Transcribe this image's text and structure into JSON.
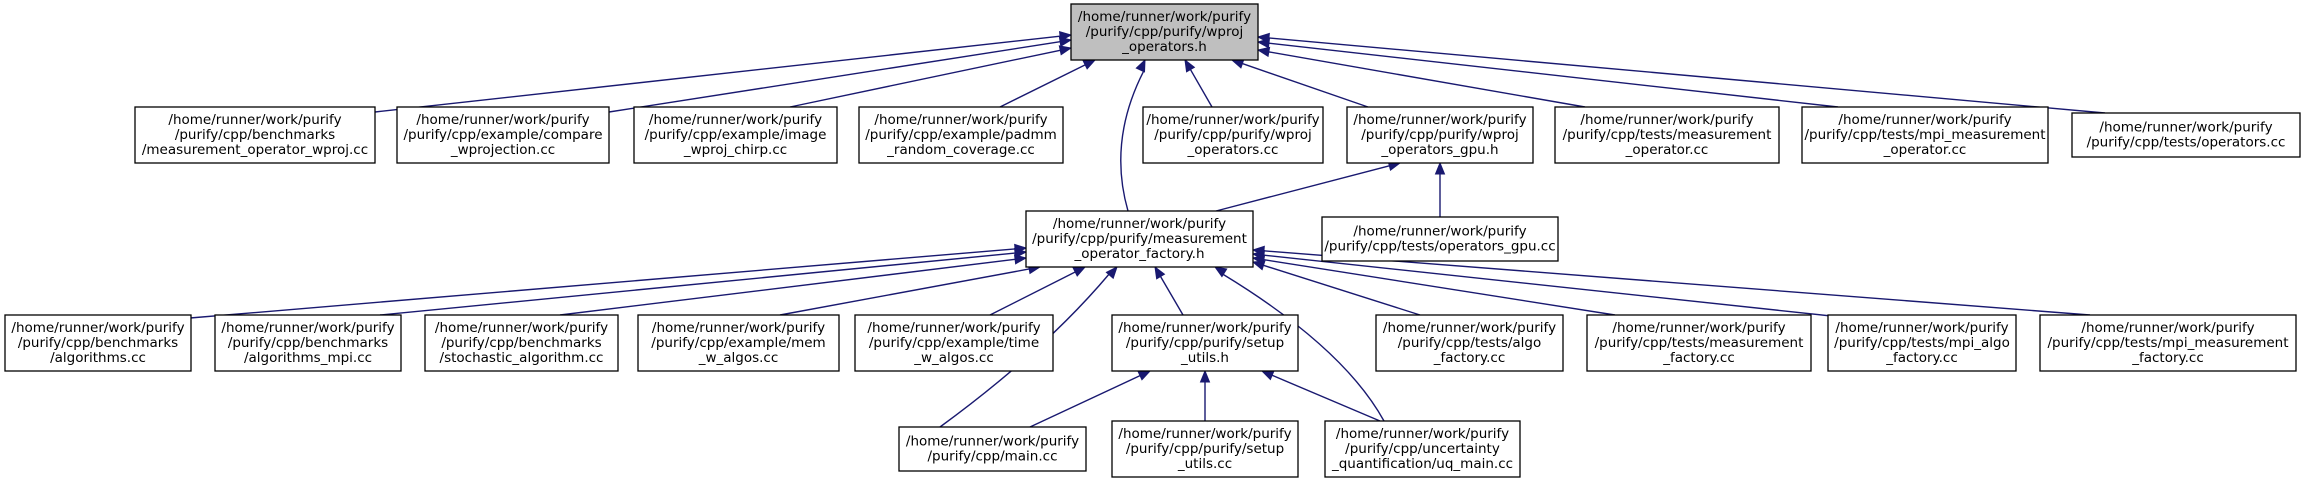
{
  "colors": {
    "edge": "#191970",
    "focus_fill": "#bfbfbf",
    "box_fill": "#ffffff",
    "box_stroke": "#000000"
  },
  "nodes": [
    {
      "id": "wproj_operators_h",
      "lines": [
        "/home/runner/work/purify",
        "/purify/cpp/purify/wproj",
        "_operators.h"
      ],
      "focus": true
    },
    {
      "id": "measurement_operator_wproj_cc",
      "lines": [
        "/home/runner/work/purify",
        "/purify/cpp/benchmarks",
        "/measurement_operator_wproj.cc"
      ]
    },
    {
      "id": "compare_wprojection_cc",
      "lines": [
        "/home/runner/work/purify",
        "/purify/cpp/example/compare",
        "_wprojection.cc"
      ]
    },
    {
      "id": "image_wproj_chirp_cc",
      "lines": [
        "/home/runner/work/purify",
        "/purify/cpp/example/image",
        "_wproj_chirp.cc"
      ]
    },
    {
      "id": "padmm_random_coverage_cc",
      "lines": [
        "/home/runner/work/purify",
        "/purify/cpp/example/padmm",
        "_random_coverage.cc"
      ]
    },
    {
      "id": "wproj_operators_cc",
      "lines": [
        "/home/runner/work/purify",
        "/purify/cpp/purify/wproj",
        "_operators.cc"
      ]
    },
    {
      "id": "wproj_operators_gpu_h",
      "lines": [
        "/home/runner/work/purify",
        "/purify/cpp/purify/wproj",
        "_operators_gpu.h"
      ]
    },
    {
      "id": "tests_measurement_operator_cc",
      "lines": [
        "/home/runner/work/purify",
        "/purify/cpp/tests/measurement",
        "_operator.cc"
      ]
    },
    {
      "id": "tests_mpi_measurement_operator_cc",
      "lines": [
        "/home/runner/work/purify",
        "/purify/cpp/tests/mpi_measurement",
        "_operator.cc"
      ]
    },
    {
      "id": "tests_operators_cc",
      "lines": [
        "/home/runner/work/purify",
        "/purify/cpp/tests/operators.cc"
      ]
    },
    {
      "id": "measurement_operator_factory_h",
      "lines": [
        "/home/runner/work/purify",
        "/purify/cpp/purify/measurement",
        "_operator_factory.h"
      ]
    },
    {
      "id": "tests_operators_gpu_cc",
      "lines": [
        "/home/runner/work/purify",
        "/purify/cpp/tests/operators_gpu.cc"
      ]
    },
    {
      "id": "benchmarks_algorithms_cc",
      "lines": [
        "/home/runner/work/purify",
        "/purify/cpp/benchmarks",
        "/algorithms.cc"
      ]
    },
    {
      "id": "benchmarks_algorithms_mpi_cc",
      "lines": [
        "/home/runner/work/purify",
        "/purify/cpp/benchmarks",
        "/algorithms_mpi.cc"
      ]
    },
    {
      "id": "benchmarks_stochastic_algorithm_cc",
      "lines": [
        "/home/runner/work/purify",
        "/purify/cpp/benchmarks",
        "/stochastic_algorithm.cc"
      ]
    },
    {
      "id": "example_mem_w_algos_cc",
      "lines": [
        "/home/runner/work/purify",
        "/purify/cpp/example/mem",
        "_w_algos.cc"
      ]
    },
    {
      "id": "example_time_w_algos_cc",
      "lines": [
        "/home/runner/work/purify",
        "/purify/cpp/example/time",
        "_w_algos.cc"
      ]
    },
    {
      "id": "setup_utils_h",
      "lines": [
        "/home/runner/work/purify",
        "/purify/cpp/purify/setup",
        "_utils.h"
      ]
    },
    {
      "id": "tests_algo_factory_cc",
      "lines": [
        "/home/runner/work/purify",
        "/purify/cpp/tests/algo",
        "_factory.cc"
      ]
    },
    {
      "id": "tests_measurement_factory_cc",
      "lines": [
        "/home/runner/work/purify",
        "/purify/cpp/tests/measurement",
        "_factory.cc"
      ]
    },
    {
      "id": "tests_mpi_algo_factory_cc",
      "lines": [
        "/home/runner/work/purify",
        "/purify/cpp/tests/mpi_algo",
        "_factory.cc"
      ]
    },
    {
      "id": "tests_mpi_measurement_factory_cc",
      "lines": [
        "/home/runner/work/purify",
        "/purify/cpp/tests/mpi_measurement",
        "_factory.cc"
      ]
    },
    {
      "id": "main_cc",
      "lines": [
        "/home/runner/work/purify",
        "/purify/cpp/main.cc"
      ]
    },
    {
      "id": "setup_utils_cc",
      "lines": [
        "/home/runner/work/purify",
        "/purify/cpp/purify/setup",
        "_utils.cc"
      ]
    },
    {
      "id": "uq_main_cc",
      "lines": [
        "/home/runner/work/purify",
        "/purify/cpp/uncertainty",
        "_quantification/uq_main.cc"
      ]
    }
  ],
  "edges": [
    {
      "from": "measurement_operator_wproj_cc",
      "to": "wproj_operators_h"
    },
    {
      "from": "compare_wprojection_cc",
      "to": "wproj_operators_h"
    },
    {
      "from": "image_wproj_chirp_cc",
      "to": "wproj_operators_h"
    },
    {
      "from": "padmm_random_coverage_cc",
      "to": "wproj_operators_h"
    },
    {
      "from": "measurement_operator_factory_h",
      "to": "wproj_operators_h"
    },
    {
      "from": "wproj_operators_cc",
      "to": "wproj_operators_h"
    },
    {
      "from": "wproj_operators_gpu_h",
      "to": "wproj_operators_h"
    },
    {
      "from": "tests_measurement_operator_cc",
      "to": "wproj_operators_h"
    },
    {
      "from": "tests_mpi_measurement_operator_cc",
      "to": "wproj_operators_h"
    },
    {
      "from": "tests_operators_cc",
      "to": "wproj_operators_h"
    },
    {
      "from": "measurement_operator_factory_h",
      "to": "wproj_operators_gpu_h"
    },
    {
      "from": "tests_operators_gpu_cc",
      "to": "wproj_operators_gpu_h"
    },
    {
      "from": "benchmarks_algorithms_cc",
      "to": "measurement_operator_factory_h"
    },
    {
      "from": "benchmarks_algorithms_mpi_cc",
      "to": "measurement_operator_factory_h"
    },
    {
      "from": "benchmarks_stochastic_algorithm_cc",
      "to": "measurement_operator_factory_h"
    },
    {
      "from": "example_mem_w_algos_cc",
      "to": "measurement_operator_factory_h"
    },
    {
      "from": "example_time_w_algos_cc",
      "to": "measurement_operator_factory_h"
    },
    {
      "from": "main_cc",
      "to": "measurement_operator_factory_h"
    },
    {
      "from": "setup_utils_h",
      "to": "measurement_operator_factory_h"
    },
    {
      "from": "uq_main_cc",
      "to": "measurement_operator_factory_h"
    },
    {
      "from": "tests_algo_factory_cc",
      "to": "measurement_operator_factory_h"
    },
    {
      "from": "tests_measurement_factory_cc",
      "to": "measurement_operator_factory_h"
    },
    {
      "from": "tests_mpi_algo_factory_cc",
      "to": "measurement_operator_factory_h"
    },
    {
      "from": "tests_mpi_measurement_factory_cc",
      "to": "measurement_operator_factory_h"
    },
    {
      "from": "main_cc",
      "to": "setup_utils_h"
    },
    {
      "from": "setup_utils_cc",
      "to": "setup_utils_h"
    },
    {
      "from": "uq_main_cc",
      "to": "setup_utils_h"
    }
  ]
}
